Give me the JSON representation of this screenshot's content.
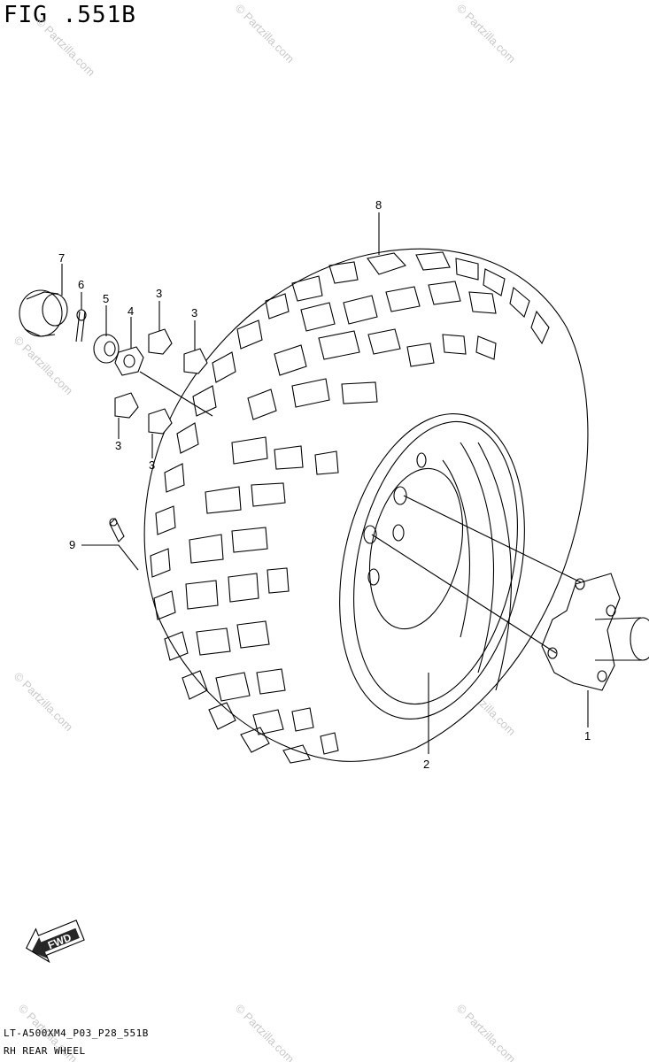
{
  "figure": {
    "title": "FIG .551B",
    "code": "LT-A500XM4_P03_P28_551B",
    "caption": "RH REAR WHEEL"
  },
  "watermark": {
    "text": "© Partzilla.com"
  },
  "direction": {
    "label": "FWD"
  },
  "callouts": [
    {
      "id": "1",
      "label": "1"
    },
    {
      "id": "2",
      "label": "2"
    },
    {
      "id": "3a",
      "label": "3"
    },
    {
      "id": "3b",
      "label": "3"
    },
    {
      "id": "3c",
      "label": "3"
    },
    {
      "id": "3d",
      "label": "3"
    },
    {
      "id": "4",
      "label": "4"
    },
    {
      "id": "5",
      "label": "5"
    },
    {
      "id": "6",
      "label": "6"
    },
    {
      "id": "7",
      "label": "7"
    },
    {
      "id": "8",
      "label": "8"
    },
    {
      "id": "9",
      "label": "9"
    }
  ]
}
